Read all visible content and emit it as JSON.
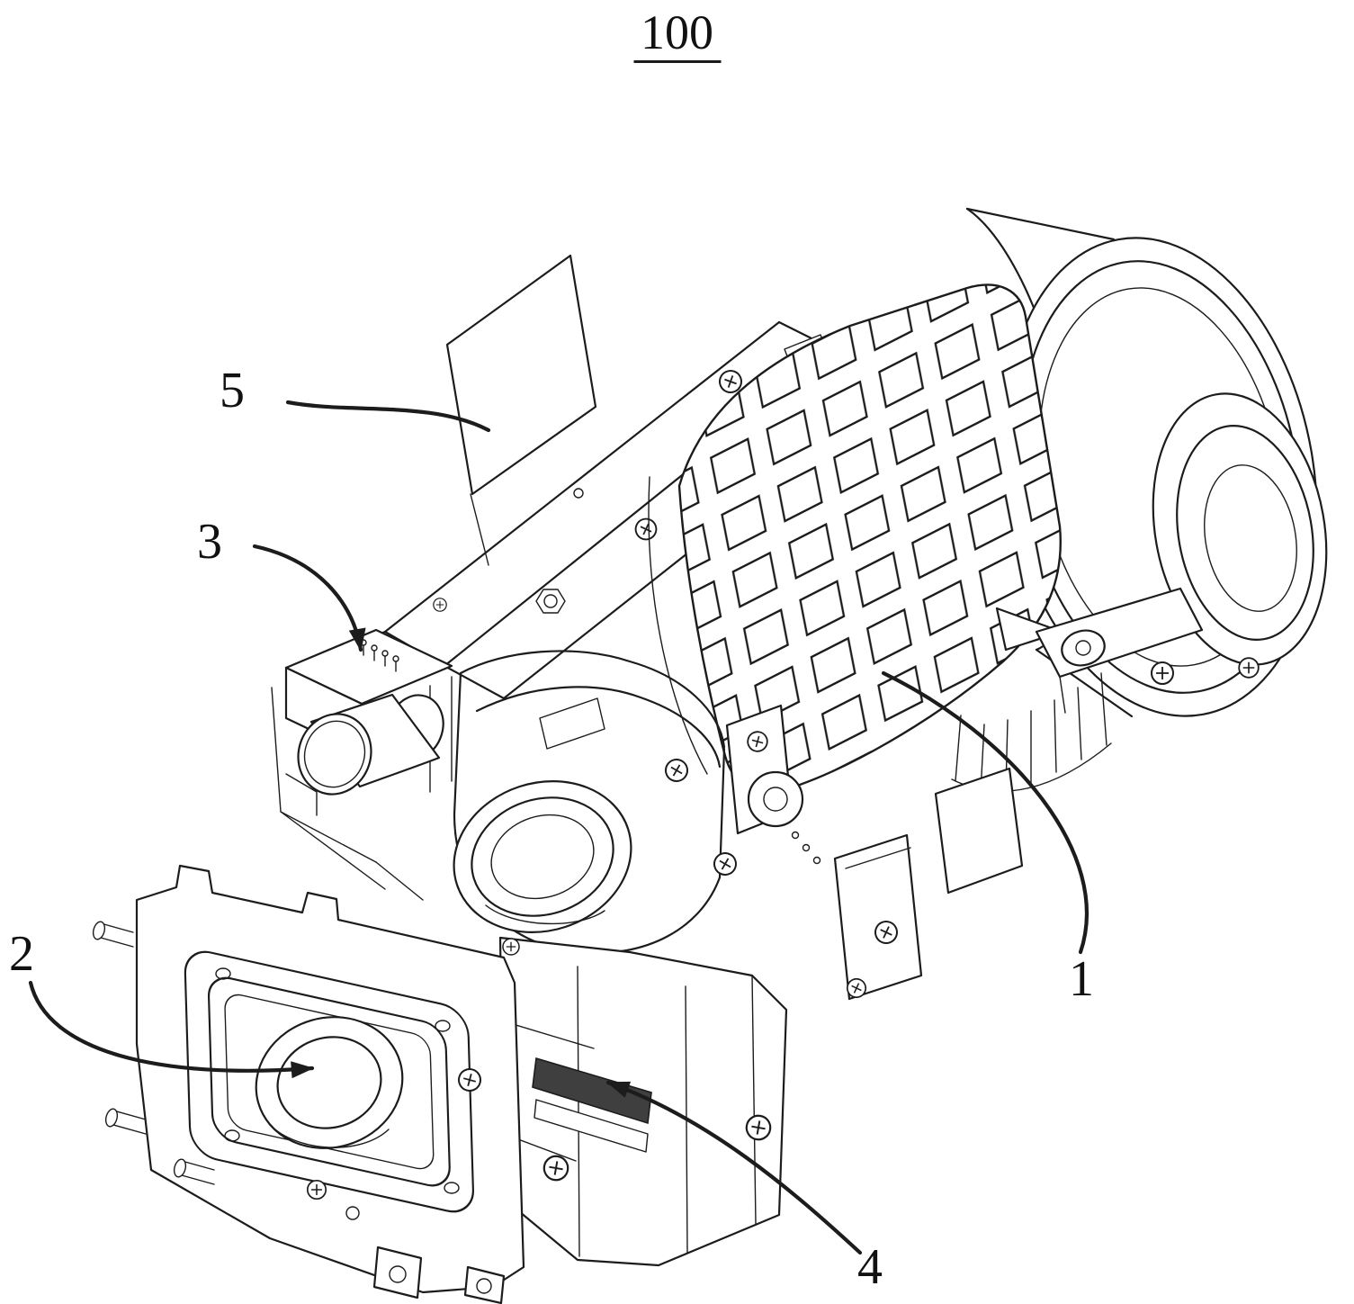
{
  "figure": {
    "number": "100"
  },
  "callouts": [
    {
      "number": "1",
      "points_to": "lattice-grid-cage"
    },
    {
      "number": "2",
      "points_to": "front-lens-aperture"
    },
    {
      "number": "3",
      "points_to": "connector-pins"
    },
    {
      "number": "4",
      "points_to": "bottom-slot"
    },
    {
      "number": "5",
      "points_to": "flex-film-flag"
    }
  ],
  "colors": {
    "ink": "#1c1c1c",
    "background": "#ffffff"
  }
}
